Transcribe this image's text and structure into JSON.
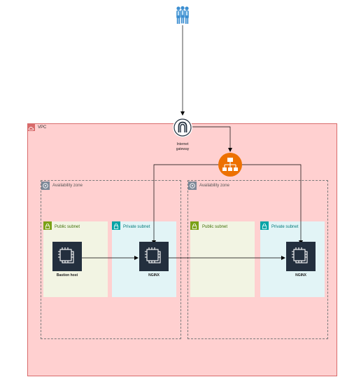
{
  "vpc": {
    "label": "VPC"
  },
  "users": {
    "icon": "users-icon"
  },
  "internet_gateway": {
    "label_line1": "Internet",
    "label_line2": "gateway",
    "icon": "internet-gateway-icon"
  },
  "load_balancer": {
    "icon": "load-balancer-icon",
    "color": "#ed7100"
  },
  "availability_zones": [
    {
      "label": "Availability zone"
    },
    {
      "label": "Availability zone"
    }
  ],
  "subnets": [
    {
      "label": "Public subnet",
      "type": "public"
    },
    {
      "label": "Private subnet",
      "type": "private"
    },
    {
      "label": "Public subnet",
      "type": "public"
    },
    {
      "label": "Private subnet",
      "type": "private"
    }
  ],
  "instances": [
    {
      "label": "Bastion host",
      "icon": "ec2-instance-icon"
    },
    {
      "label": "NGINX",
      "icon": "ec2-instance-icon"
    },
    {
      "label": "NGINX",
      "icon": "ec2-instance-icon"
    }
  ],
  "colors": {
    "vpc_fill": "#ffd0d0",
    "vpc_border": "#d86b6b",
    "public_subnet_fill": "#f2f4e3",
    "public_subnet_accent": "#7aa116",
    "private_subnet_fill": "#e2f4f6",
    "private_subnet_accent": "#00a4a6",
    "ec2_fill": "#232f3e",
    "connector": "#000000"
  }
}
